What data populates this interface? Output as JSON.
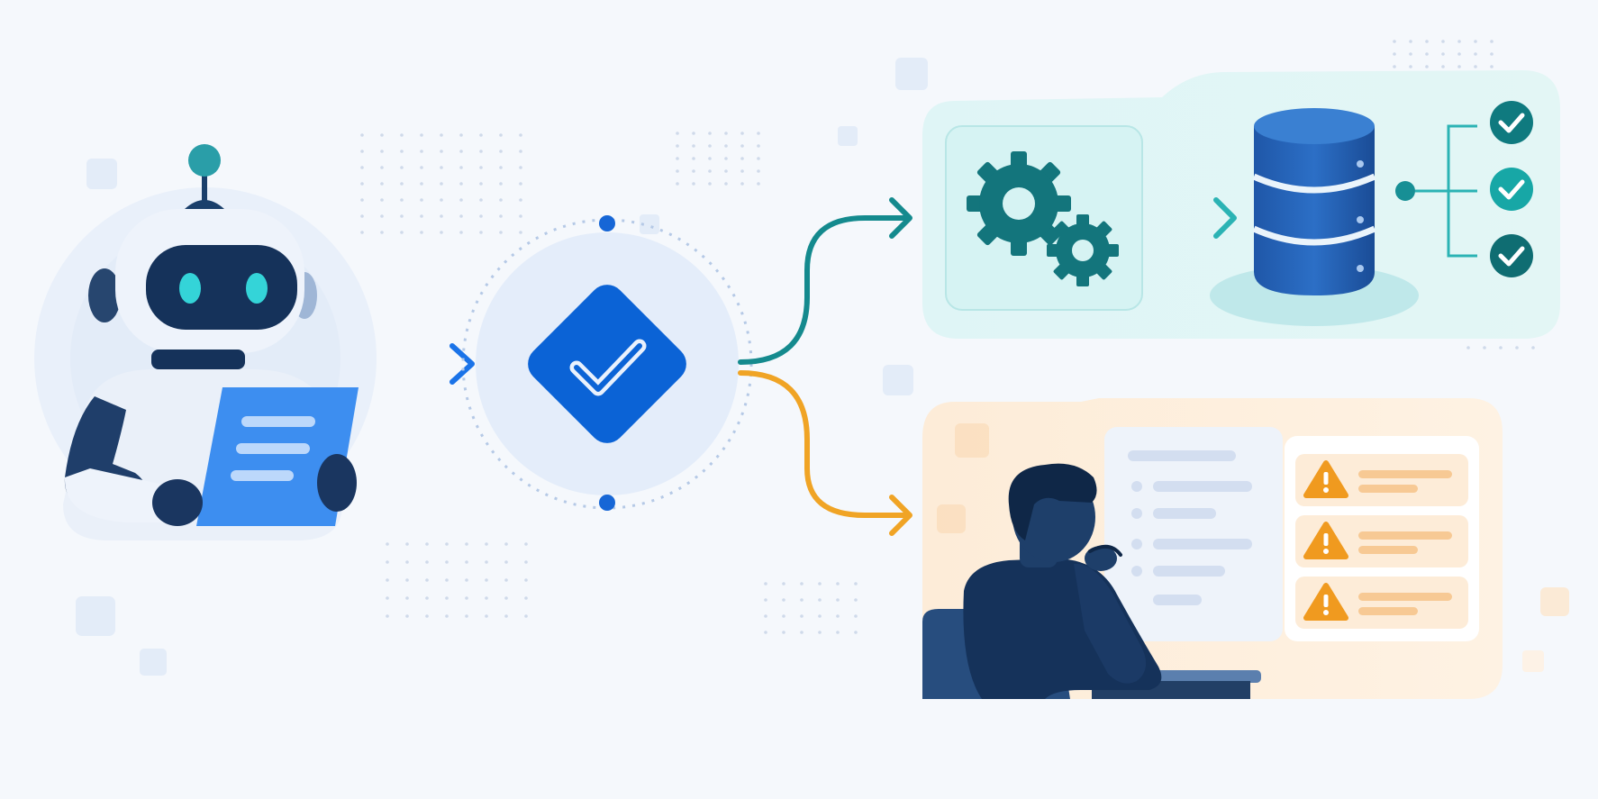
{
  "diagram": {
    "nodes": [
      {
        "id": "agent",
        "icon": "robot-icon",
        "detail": "document-icon"
      },
      {
        "id": "validation",
        "icon": "checkmark-diamond-icon"
      },
      {
        "id": "automated",
        "icon": "gears-icon",
        "detail": [
          "database-icon",
          "check-circle-icon",
          "check-circle-icon",
          "check-circle-icon"
        ]
      },
      {
        "id": "human-review",
        "icon": "person-at-desk-icon",
        "detail": [
          "warning-icon",
          "warning-icon",
          "warning-icon"
        ]
      }
    ],
    "edges": [
      {
        "from": "agent",
        "to": "validation"
      },
      {
        "from": "validation",
        "to": "automated"
      },
      {
        "from": "validation",
        "to": "human-review"
      }
    ]
  },
  "colors": {
    "background": "#f5f8fc",
    "primary_blue": "#0b63d6",
    "navy": "#16345c",
    "teal": "#138a8d",
    "teal_light": "#d7f4f3",
    "orange": "#f2a42a",
    "orange_light": "#fdebd3",
    "cyan_eye": "#34d4d8"
  }
}
